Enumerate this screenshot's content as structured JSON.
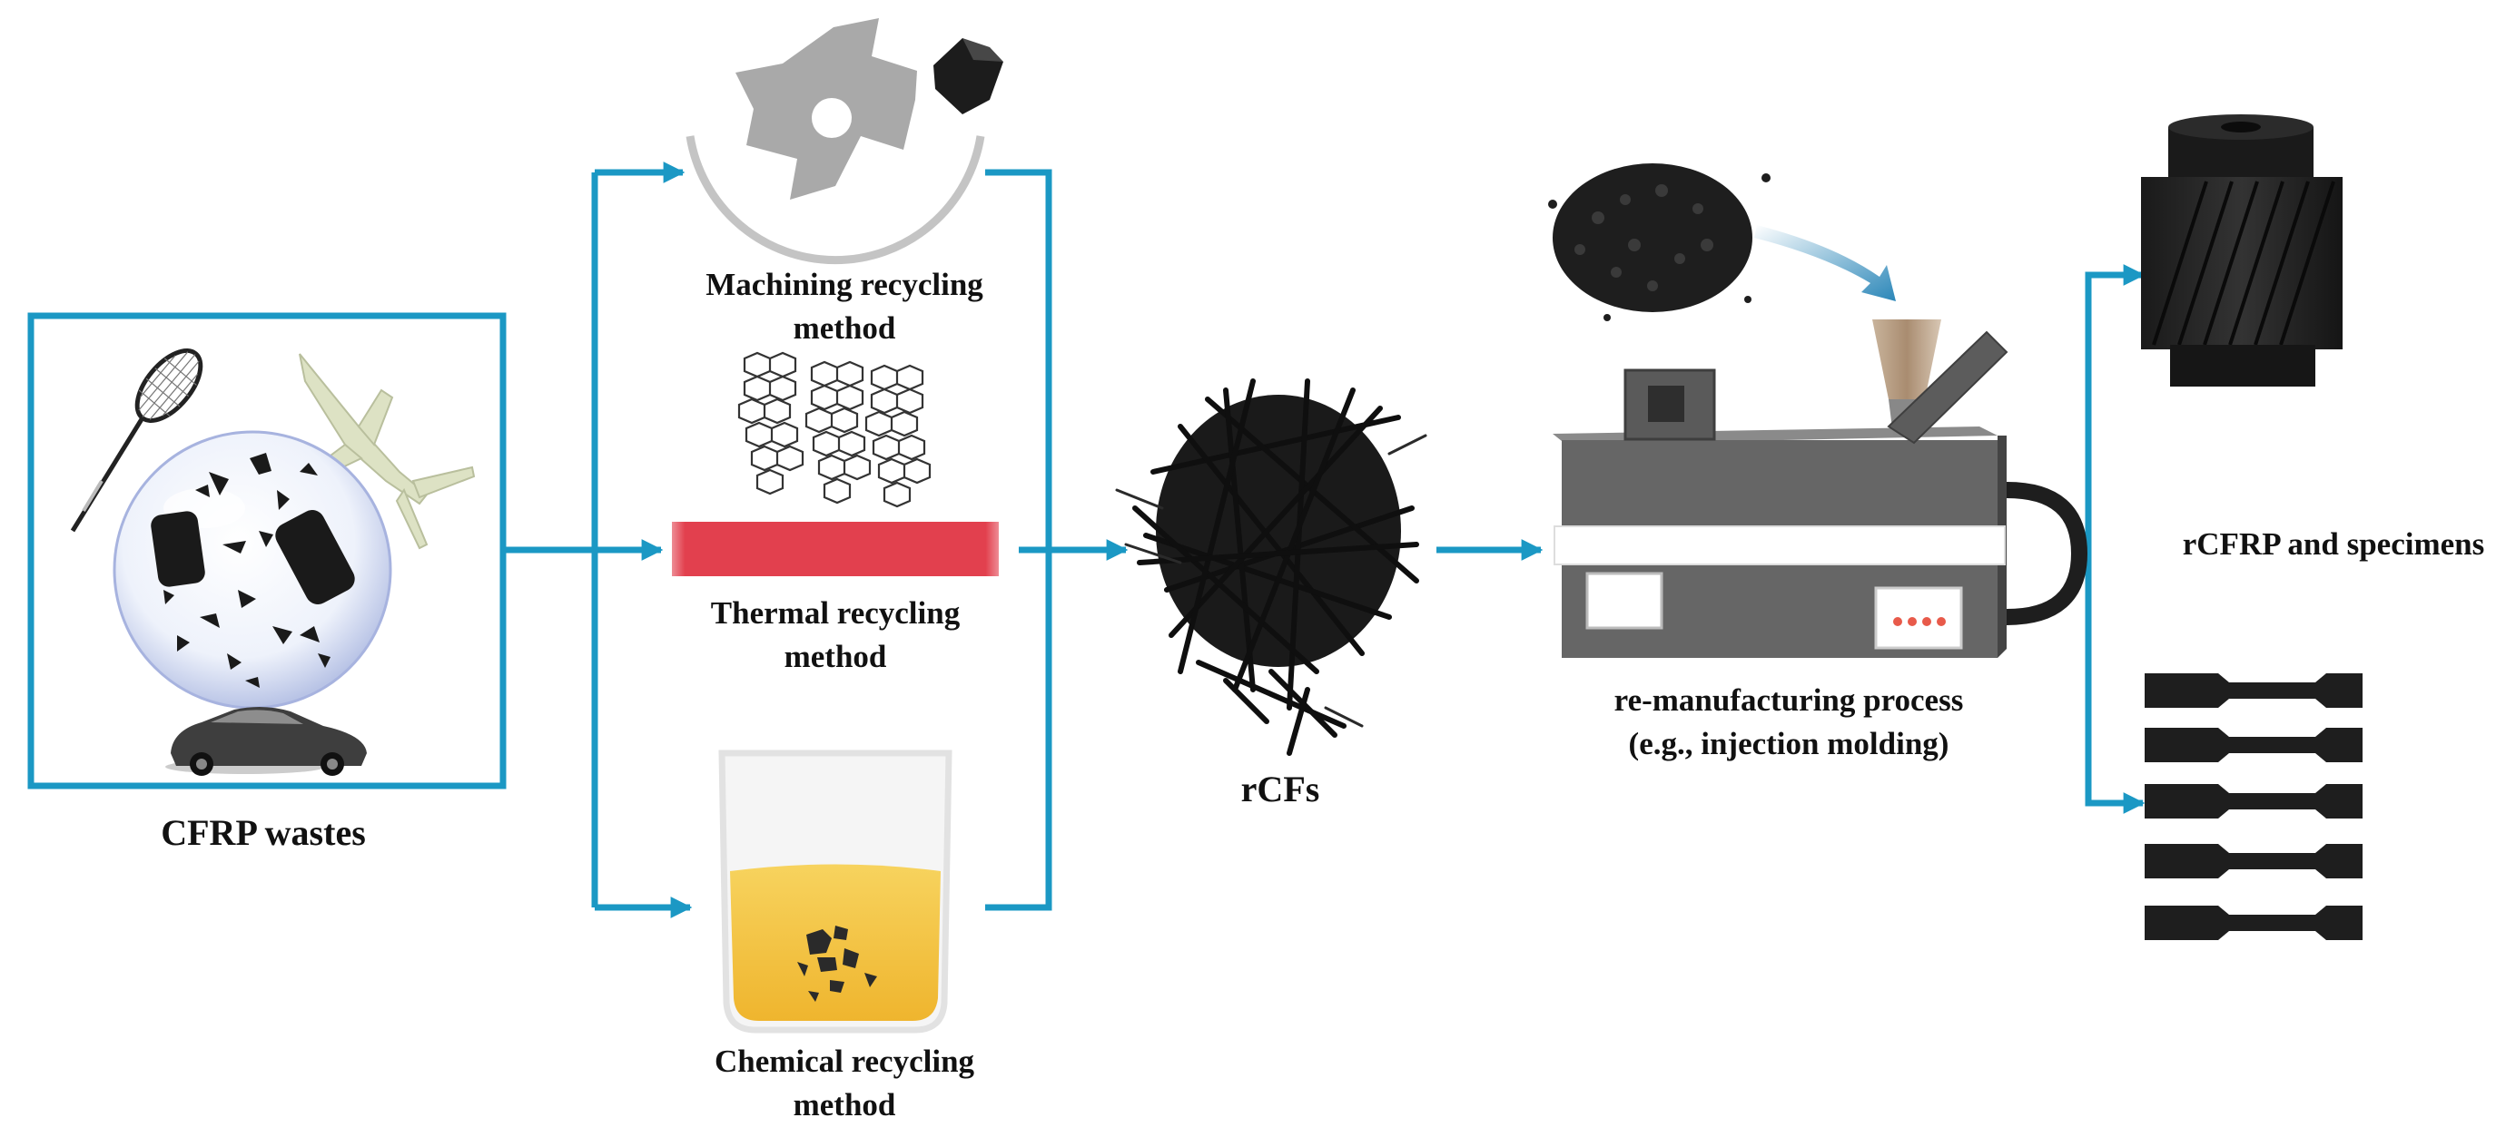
{
  "colors": {
    "flow": "#1B98C4",
    "heat_bar": "#E2404E",
    "dark": "#1c1c1c",
    "solvent": "#F3C540"
  },
  "labels": {
    "cfrp_wastes": "CFRP wastes",
    "machining_line1": "Machining recycling",
    "machining_line2": "method",
    "thermal_line1": "Thermal recycling",
    "thermal_line2": "method",
    "chemical_line1": "Chemical recycling",
    "chemical_line2": "method",
    "rcfs": "rCFs",
    "remanufacturing_line1": "re-manufacturing process",
    "remanufacturing_line2": "(e.g., injection molding)",
    "rcfrp": "rCFRP and specimens"
  },
  "icons": [
    "badminton-racket-icon",
    "airplane-icon",
    "crushed-waste-sphere-icon",
    "car-icon",
    "shredder-rotor-icon",
    "graphene-sheet-icon",
    "heating-bar-icon",
    "beaker-icon",
    "fiber-ball-icon",
    "pellets-icon",
    "injection-molding-machine-icon",
    "gear-icon",
    "dogbone-specimen-icon"
  ]
}
